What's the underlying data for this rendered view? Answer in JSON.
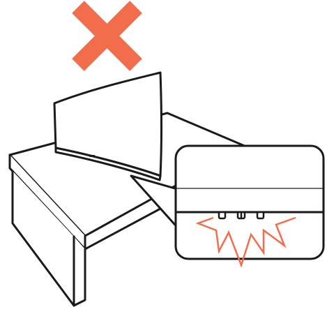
{
  "illustration": {
    "kind": "monitor-placement-warning",
    "symbol": "x-mark-icon",
    "scene": [
      "curved-monitor",
      "table",
      "zoom-callout"
    ],
    "callout_detail": [
      "monitor-bezel",
      "control-buttons",
      "pressure-burst"
    ],
    "colors": {
      "warning": "#f26d4b",
      "line": "#1a1a1a",
      "background": "#ffffff"
    }
  }
}
